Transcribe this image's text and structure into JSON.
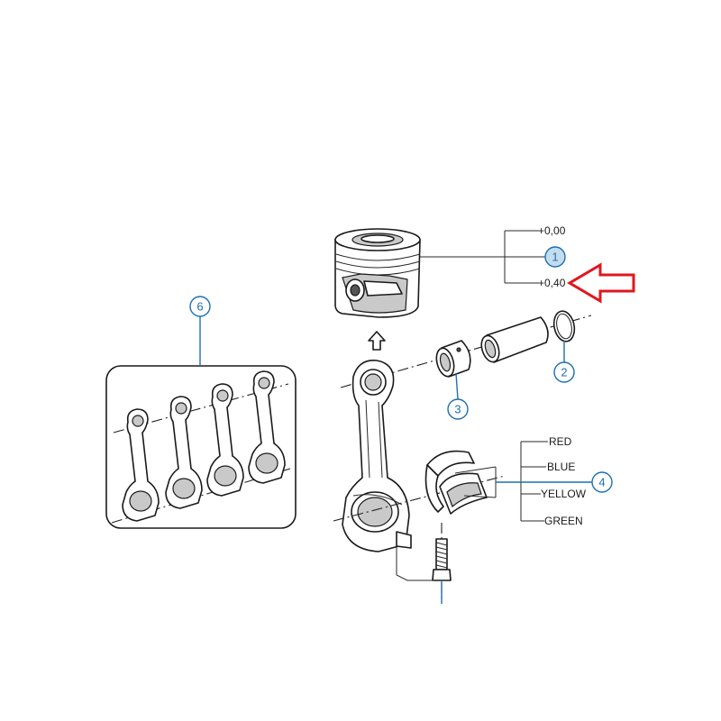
{
  "callouts": [
    {
      "id": "1",
      "highlighted": true
    },
    {
      "id": "2",
      "highlighted": false
    },
    {
      "id": "3",
      "highlighted": false
    },
    {
      "id": "4",
      "highlighted": false
    },
    {
      "id": "6",
      "highlighted": false
    }
  ],
  "piston_sizes": [
    "+0,00",
    "+0,40"
  ],
  "bearing_colors": [
    "RED",
    "BLUE",
    "YELLOW",
    "GREEN"
  ],
  "colors": {
    "callout": "#1f6fb0",
    "callout_highlight_fill": "#c4dcef",
    "arrow": "#e0171f",
    "line": "#1a1a1a"
  }
}
